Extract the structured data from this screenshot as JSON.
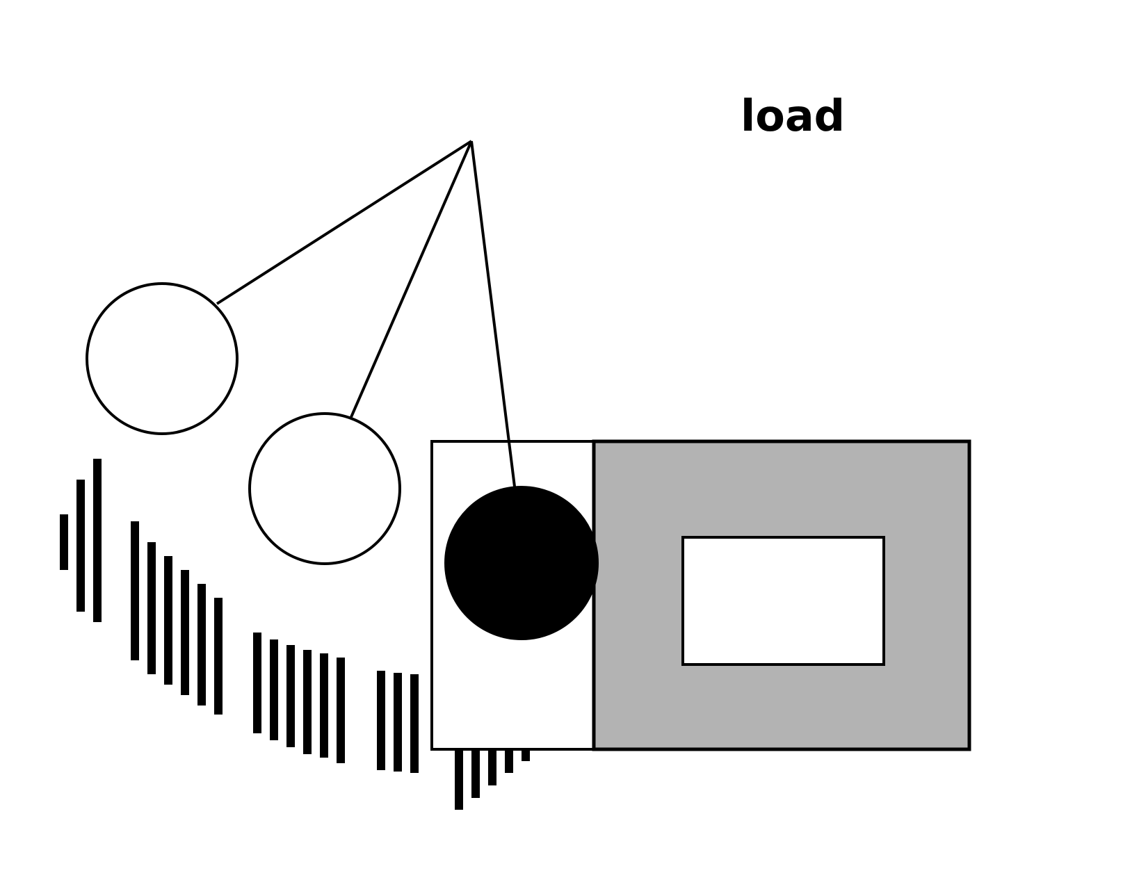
{
  "diagram": {
    "label": "load",
    "colors": {
      "stroke": "#000000",
      "background": "#ffffff",
      "ball_empty": "#ffffff",
      "ball_filled": "#000000",
      "block": "#b3b3b3",
      "block_window": "#ffffff",
      "motion_stripes": "#000000"
    },
    "balls": [
      {
        "id": "ball-1",
        "filled": false
      },
      {
        "id": "ball-2",
        "filled": false
      },
      {
        "id": "ball-3",
        "filled": true
      }
    ]
  }
}
